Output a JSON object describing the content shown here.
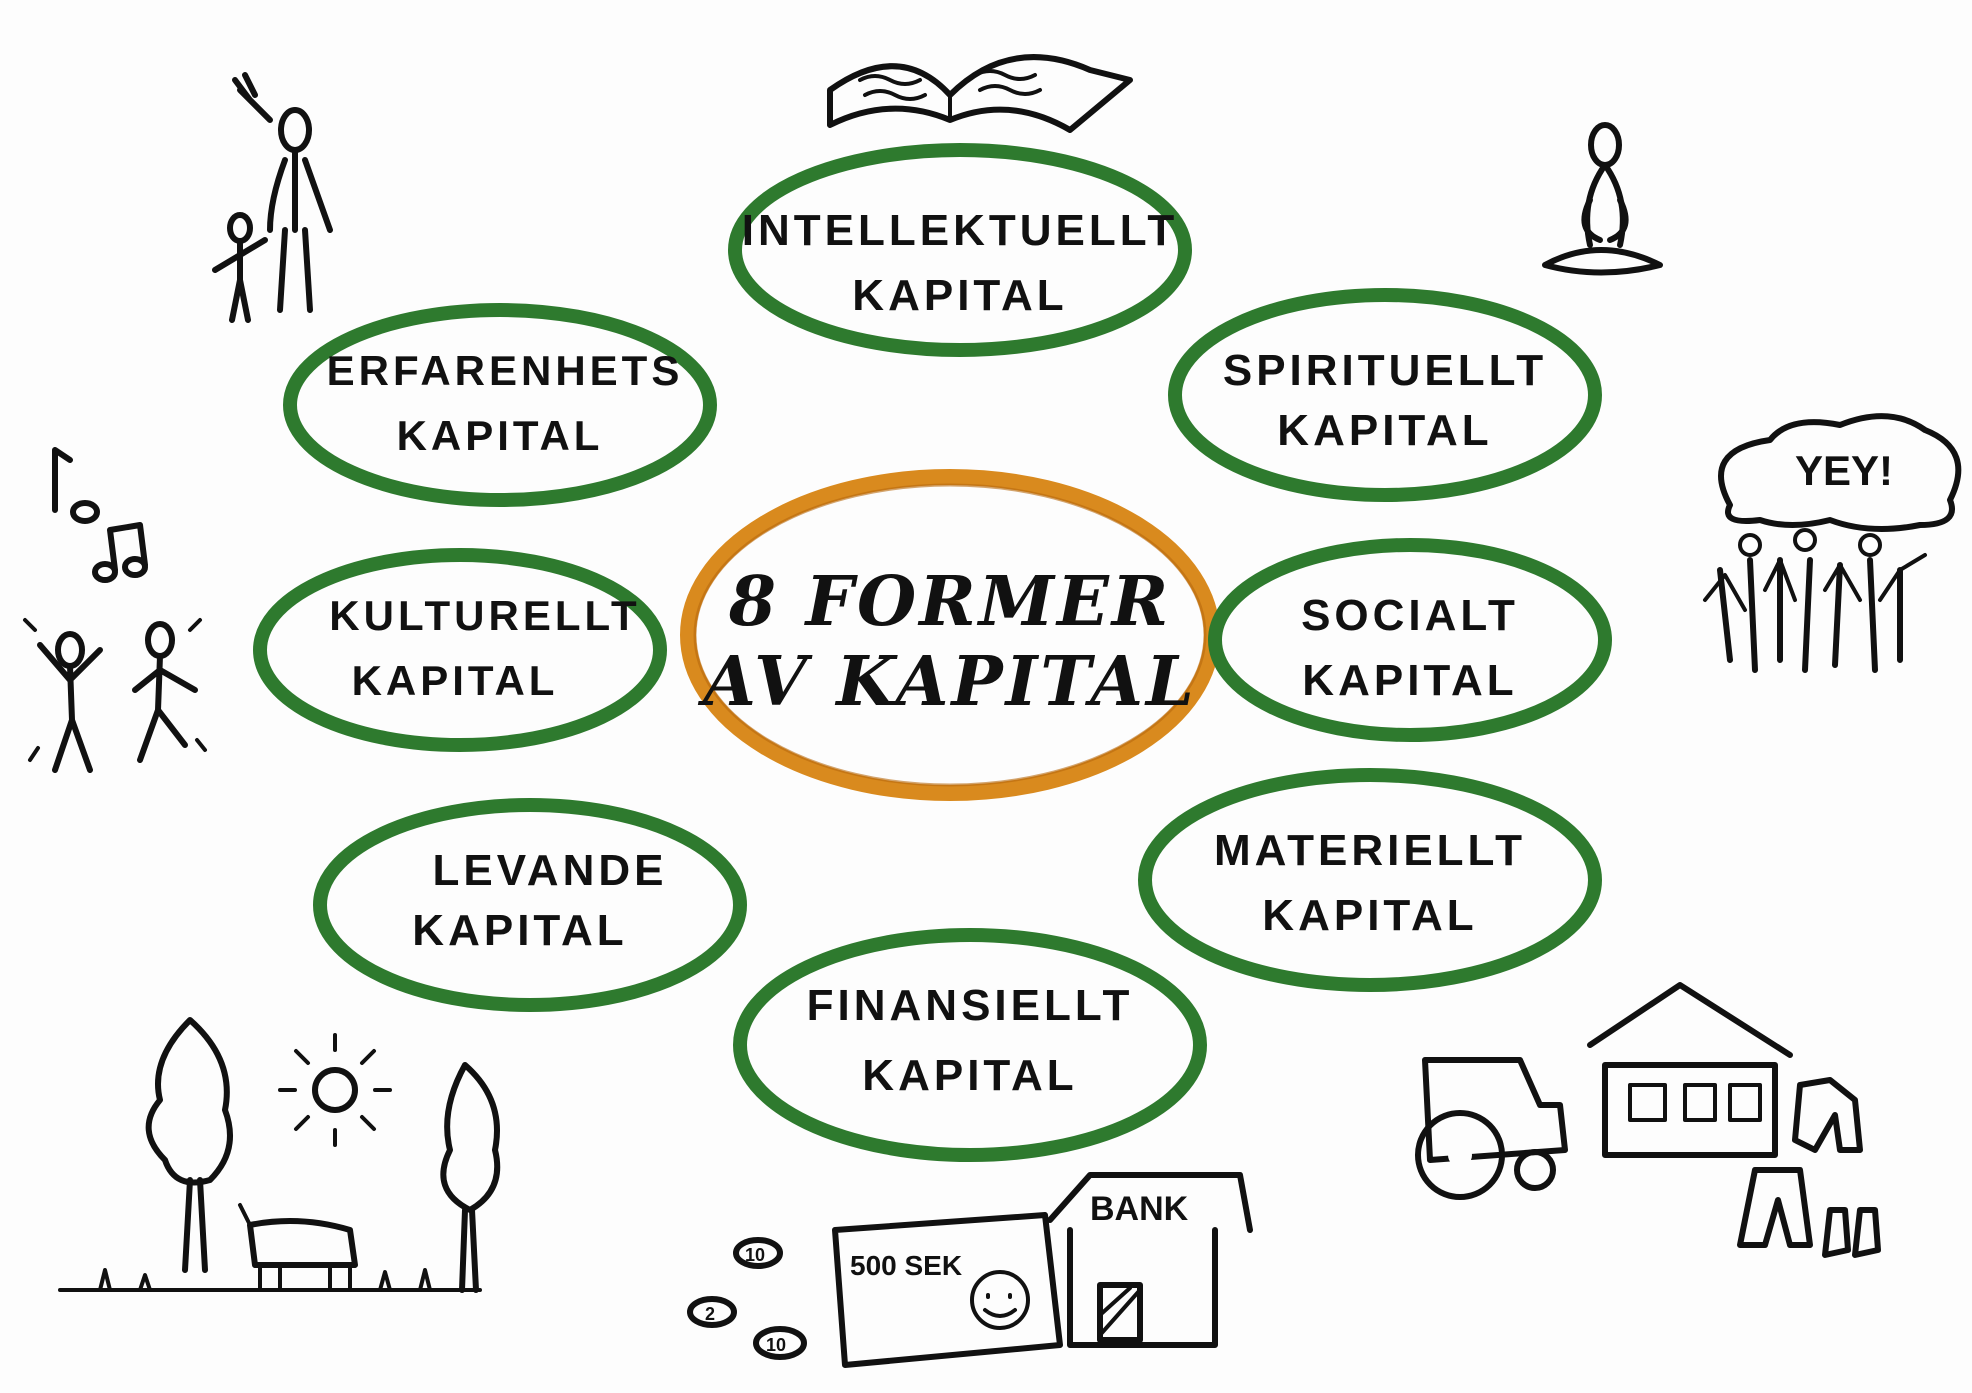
{
  "center": {
    "line1": "8 FORMER",
    "line2": "AV KAPITAL"
  },
  "forms": [
    {
      "id": "intellektuellt",
      "line1": "INTELLEKTUELLT",
      "line2": "KAPITAL"
    },
    {
      "id": "spirituellt",
      "line1": "SPIRITUELLT",
      "line2": "KAPITAL"
    },
    {
      "id": "socialt",
      "line1": "SOCIALT",
      "line2": "KAPITAL"
    },
    {
      "id": "materiellt",
      "line1": "MATERIELLT",
      "line2": "KAPITAL"
    },
    {
      "id": "finansiellt",
      "line1": "FINANSIELLT",
      "line2": "KAPITAL"
    },
    {
      "id": "levande",
      "line1": "LEVANDE",
      "line2": "KAPITAL"
    },
    {
      "id": "kulturellt",
      "line1": "KULTURELLT",
      "line2": "KAPITAL"
    },
    {
      "id": "erfarenhets",
      "line1": "ERFARENHETS",
      "line2": "KAPITAL"
    }
  ],
  "doodles": {
    "speech_bubble": "YEY!",
    "bank_sign": "BANK",
    "banknote": "500 SEK",
    "coin_a": "10",
    "coin_b": "2",
    "coin_c": "10"
  },
  "colors": {
    "ring": "#2e7a2e",
    "ring_dark": "#1f5c1f",
    "center_ring": "#d98a1e",
    "ink": "#111111"
  }
}
